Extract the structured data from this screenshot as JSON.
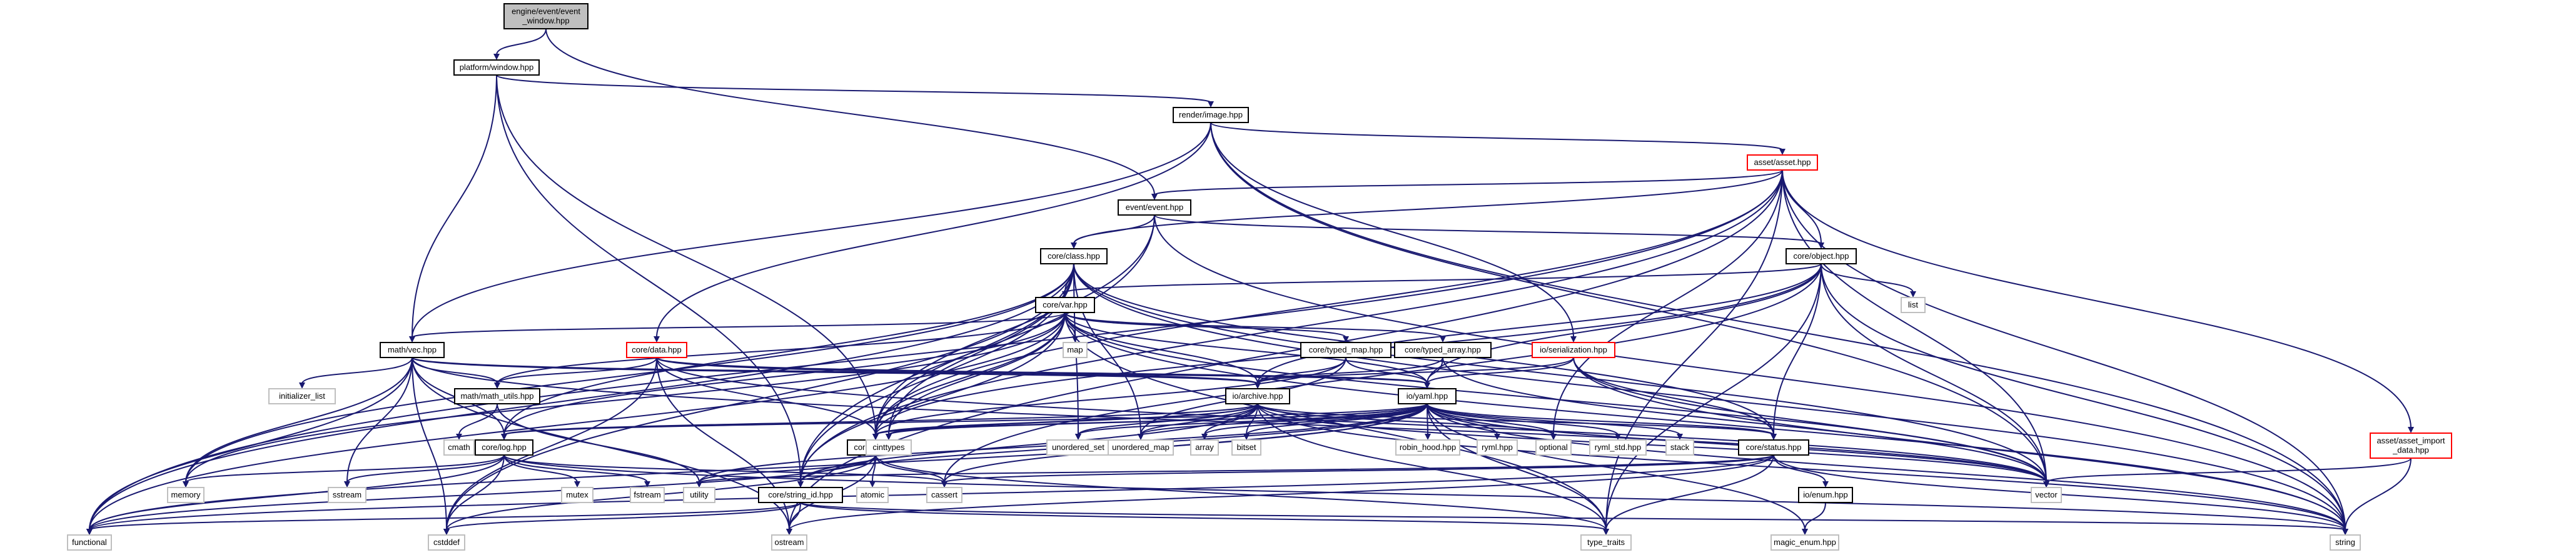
{
  "diagram": {
    "type": "include-dependency-graph",
    "colors": {
      "edge": "#191970",
      "node_border": "#000000",
      "unresolved_border": "#ff0000",
      "system_header_border": "#bfbfbf",
      "root_fill": "#bfbfbf"
    },
    "nodes": [
      {
        "id": "root",
        "lines": [
          "engine/event/event",
          "_window.hpp"
        ],
        "style": "root"
      },
      {
        "id": "platform_window",
        "lines": [
          "platform/window.hpp"
        ],
        "style": "normal"
      },
      {
        "id": "render_image",
        "lines": [
          "render/image.hpp"
        ],
        "style": "normal"
      },
      {
        "id": "asset_asset",
        "lines": [
          "asset/asset.hpp"
        ],
        "style": "red"
      },
      {
        "id": "event_event",
        "lines": [
          "event/event.hpp"
        ],
        "style": "normal"
      },
      {
        "id": "core_class",
        "lines": [
          "core/class.hpp"
        ],
        "style": "normal"
      },
      {
        "id": "core_object",
        "lines": [
          "core/object.hpp"
        ],
        "style": "normal"
      },
      {
        "id": "core_var",
        "lines": [
          "core/var.hpp"
        ],
        "style": "normal"
      },
      {
        "id": "list",
        "lines": [
          "list"
        ],
        "style": "grey"
      },
      {
        "id": "map",
        "lines": [
          "map"
        ],
        "style": "grey"
      },
      {
        "id": "core_typed_map",
        "lines": [
          "core/typed_map.hpp"
        ],
        "style": "normal"
      },
      {
        "id": "core_typed_array",
        "lines": [
          "core/typed_array.hpp"
        ],
        "style": "normal"
      },
      {
        "id": "io_serialization",
        "lines": [
          "io/serialization.hpp"
        ],
        "style": "red"
      },
      {
        "id": "math_vec",
        "lines": [
          "math/vec.hpp"
        ],
        "style": "normal"
      },
      {
        "id": "core_data",
        "lines": [
          "core/data.hpp"
        ],
        "style": "red"
      },
      {
        "id": "initializer_list",
        "lines": [
          "initializer_list"
        ],
        "style": "grey"
      },
      {
        "id": "math_math_utils",
        "lines": [
          "math/math_utils.hpp"
        ],
        "style": "normal"
      },
      {
        "id": "io_archive",
        "lines": [
          "io/archive.hpp"
        ],
        "style": "normal"
      },
      {
        "id": "io_yaml",
        "lines": [
          "io/yaml.hpp"
        ],
        "style": "normal"
      },
      {
        "id": "asset_asset_import_data",
        "lines": [
          "asset/asset_import",
          "_data.hpp"
        ],
        "style": "red"
      },
      {
        "id": "cmath",
        "lines": [
          "cmath"
        ],
        "style": "grey"
      },
      {
        "id": "core_log",
        "lines": [
          "core/log.hpp"
        ],
        "style": "normal"
      },
      {
        "id": "core_ref",
        "lines": [
          "core/ref.hpp"
        ],
        "style": "normal"
      },
      {
        "id": "cinttypes",
        "lines": [
          "cinttypes"
        ],
        "style": "grey"
      },
      {
        "id": "unordered_set",
        "lines": [
          "unordered_set"
        ],
        "style": "grey"
      },
      {
        "id": "unordered_map",
        "lines": [
          "unordered_map"
        ],
        "style": "grey"
      },
      {
        "id": "array",
        "lines": [
          "array"
        ],
        "style": "grey"
      },
      {
        "id": "bitset",
        "lines": [
          "bitset"
        ],
        "style": "grey"
      },
      {
        "id": "robin_hood",
        "lines": [
          "robin_hood.hpp"
        ],
        "style": "grey"
      },
      {
        "id": "ryml",
        "lines": [
          "ryml.hpp"
        ],
        "style": "grey"
      },
      {
        "id": "optional",
        "lines": [
          "optional"
        ],
        "style": "grey"
      },
      {
        "id": "ryml_std",
        "lines": [
          "ryml_std.hpp"
        ],
        "style": "grey"
      },
      {
        "id": "stack",
        "lines": [
          "stack"
        ],
        "style": "grey"
      },
      {
        "id": "core_status",
        "lines": [
          "core/status.hpp"
        ],
        "style": "normal"
      },
      {
        "id": "memory",
        "lines": [
          "memory"
        ],
        "style": "grey"
      },
      {
        "id": "mutex",
        "lines": [
          "mutex"
        ],
        "style": "grey"
      },
      {
        "id": "fstream",
        "lines": [
          "fstream"
        ],
        "style": "grey"
      },
      {
        "id": "sstream",
        "lines": [
          "sstream"
        ],
        "style": "grey"
      },
      {
        "id": "atomic",
        "lines": [
          "atomic"
        ],
        "style": "grey"
      },
      {
        "id": "cassert",
        "lines": [
          "cassert"
        ],
        "style": "grey"
      },
      {
        "id": "vector",
        "lines": [
          "vector"
        ],
        "style": "grey"
      },
      {
        "id": "utility",
        "lines": [
          "utility"
        ],
        "style": "grey"
      },
      {
        "id": "core_string_id",
        "lines": [
          "core/string_id.hpp"
        ],
        "style": "normal"
      },
      {
        "id": "io_enum",
        "lines": [
          "io/enum.hpp"
        ],
        "style": "normal"
      },
      {
        "id": "functional",
        "lines": [
          "functional"
        ],
        "style": "grey"
      },
      {
        "id": "cstddef",
        "lines": [
          "cstddef"
        ],
        "style": "grey"
      },
      {
        "id": "ostream",
        "lines": [
          "ostream"
        ],
        "style": "grey"
      },
      {
        "id": "type_traits",
        "lines": [
          "type_traits"
        ],
        "style": "grey"
      },
      {
        "id": "string",
        "lines": [
          "string"
        ],
        "style": "grey"
      },
      {
        "id": "magic_enum",
        "lines": [
          "magic_enum.hpp"
        ],
        "style": "grey"
      }
    ],
    "edges": [
      [
        "root",
        "platform_window"
      ],
      [
        "root",
        "event_event"
      ],
      [
        "platform_window",
        "render_image"
      ],
      [
        "platform_window",
        "math_vec"
      ],
      [
        "platform_window",
        "core_ref"
      ],
      [
        "platform_window",
        "core_string_id"
      ],
      [
        "render_image",
        "asset_asset"
      ],
      [
        "render_image",
        "core_data"
      ],
      [
        "render_image",
        "math_vec"
      ],
      [
        "render_image",
        "io_serialization"
      ],
      [
        "render_image",
        "vector"
      ],
      [
        "render_image",
        "string"
      ],
      [
        "asset_asset",
        "event_event"
      ],
      [
        "asset_asset",
        "core_class"
      ],
      [
        "asset_asset",
        "core_object"
      ],
      [
        "asset_asset",
        "asset_asset_import_data"
      ],
      [
        "asset_asset",
        "core_ref"
      ],
      [
        "asset_asset",
        "core_string_id"
      ],
      [
        "asset_asset",
        "optional"
      ],
      [
        "asset_asset",
        "functional"
      ],
      [
        "asset_asset",
        "ostream"
      ],
      [
        "asset_asset",
        "type_traits"
      ],
      [
        "asset_asset",
        "string"
      ],
      [
        "asset_asset",
        "vector"
      ],
      [
        "event_event",
        "core_class"
      ],
      [
        "event_event",
        "core_object"
      ],
      [
        "event_event",
        "core_ref"
      ],
      [
        "event_event",
        "core_string_id"
      ],
      [
        "event_event",
        "string"
      ],
      [
        "core_class",
        "core_var"
      ],
      [
        "core_class",
        "core_ref"
      ],
      [
        "core_class",
        "core_string_id"
      ],
      [
        "core_class",
        "core_log"
      ],
      [
        "core_class",
        "core_status"
      ],
      [
        "core_class",
        "functional"
      ],
      [
        "core_class",
        "memory"
      ],
      [
        "core_class",
        "cstddef"
      ],
      [
        "core_class",
        "unordered_map"
      ],
      [
        "core_class",
        "unordered_set"
      ],
      [
        "core_class",
        "cinttypes"
      ],
      [
        "core_class",
        "vector"
      ],
      [
        "core_class",
        "string"
      ],
      [
        "core_object",
        "core_var"
      ],
      [
        "core_object",
        "core_ref"
      ],
      [
        "core_object",
        "core_status"
      ],
      [
        "core_object",
        "io_archive"
      ],
      [
        "core_object",
        "io_yaml"
      ],
      [
        "core_object",
        "list"
      ],
      [
        "core_object",
        "vector"
      ],
      [
        "core_object",
        "string"
      ],
      [
        "core_object",
        "type_traits"
      ],
      [
        "core_object",
        "cassert"
      ],
      [
        "core_var",
        "map"
      ],
      [
        "core_var",
        "core_typed_map"
      ],
      [
        "core_var",
        "core_typed_array"
      ],
      [
        "core_var",
        "math_vec"
      ],
      [
        "core_var",
        "math_math_utils"
      ],
      [
        "core_var",
        "core_ref"
      ],
      [
        "core_var",
        "core_string_id"
      ],
      [
        "core_var",
        "core_log"
      ],
      [
        "core_var",
        "io_archive"
      ],
      [
        "core_var",
        "io_yaml"
      ],
      [
        "core_var",
        "cinttypes"
      ],
      [
        "core_var",
        "functional"
      ],
      [
        "core_var",
        "memory"
      ],
      [
        "core_var",
        "vector"
      ],
      [
        "core_var",
        "string"
      ],
      [
        "core_var",
        "type_traits"
      ],
      [
        "core_typed_map",
        "io_archive"
      ],
      [
        "core_typed_map",
        "io_yaml"
      ],
      [
        "core_typed_map",
        "core_ref"
      ],
      [
        "core_typed_map",
        "unordered_map"
      ],
      [
        "core_typed_array",
        "io_archive"
      ],
      [
        "core_typed_array",
        "io_yaml"
      ],
      [
        "core_typed_array",
        "vector"
      ],
      [
        "io_serialization",
        "io_archive"
      ],
      [
        "io_serialization",
        "io_yaml"
      ],
      [
        "io_serialization",
        "core_status"
      ],
      [
        "io_serialization",
        "vector"
      ],
      [
        "io_serialization",
        "string"
      ],
      [
        "math_vec",
        "math_math_utils"
      ],
      [
        "math_vec",
        "initializer_list"
      ],
      [
        "math_vec",
        "io_archive"
      ],
      [
        "math_vec",
        "io_yaml"
      ],
      [
        "math_vec",
        "core_log"
      ],
      [
        "math_vec",
        "cstddef"
      ],
      [
        "math_vec",
        "functional"
      ],
      [
        "math_vec",
        "memory"
      ],
      [
        "math_vec",
        "sstream"
      ],
      [
        "math_vec",
        "ostream"
      ],
      [
        "math_vec",
        "vector"
      ],
      [
        "core_data",
        "math_math_utils"
      ],
      [
        "core_data",
        "io_archive"
      ],
      [
        "core_data",
        "io_yaml"
      ],
      [
        "core_data",
        "core_ref"
      ],
      [
        "core_data",
        "cstddef"
      ],
      [
        "core_data",
        "ostream"
      ],
      [
        "core_data",
        "vector"
      ],
      [
        "math_math_utils",
        "cmath"
      ],
      [
        "math_math_utils",
        "utility"
      ],
      [
        "io_archive",
        "core_log"
      ],
      [
        "io_archive",
        "core_ref"
      ],
      [
        "io_archive",
        "core_status"
      ],
      [
        "io_archive",
        "core_string_id"
      ],
      [
        "io_archive",
        "cinttypes"
      ],
      [
        "io_archive",
        "unordered_set"
      ],
      [
        "io_archive",
        "unordered_map"
      ],
      [
        "io_archive",
        "array"
      ],
      [
        "io_archive",
        "bitset"
      ],
      [
        "io_archive",
        "optional"
      ],
      [
        "io_archive",
        "vector"
      ],
      [
        "io_archive",
        "string"
      ],
      [
        "io_archive",
        "type_traits"
      ],
      [
        "io_yaml",
        "core_log"
      ],
      [
        "io_yaml",
        "core_ref"
      ],
      [
        "io_yaml",
        "core_status"
      ],
      [
        "io_yaml",
        "core_string_id"
      ],
      [
        "io_yaml",
        "cinttypes"
      ],
      [
        "io_yaml",
        "unordered_set"
      ],
      [
        "io_yaml",
        "unordered_map"
      ],
      [
        "io_yaml",
        "array"
      ],
      [
        "io_yaml",
        "bitset"
      ],
      [
        "io_yaml",
        "robin_hood"
      ],
      [
        "io_yaml",
        "ryml"
      ],
      [
        "io_yaml",
        "optional"
      ],
      [
        "io_yaml",
        "ryml_std"
      ],
      [
        "io_yaml",
        "stack"
      ],
      [
        "io_yaml",
        "vector"
      ],
      [
        "io_yaml",
        "string"
      ],
      [
        "io_yaml",
        "type_traits"
      ],
      [
        "io_yaml",
        "magic_enum"
      ],
      [
        "io_yaml",
        "utility"
      ],
      [
        "io_yaml",
        "cassert"
      ],
      [
        "io_yaml",
        "functional"
      ],
      [
        "asset_asset_import_data",
        "vector"
      ],
      [
        "asset_asset_import_data",
        "string"
      ],
      [
        "core_log",
        "memory"
      ],
      [
        "core_log",
        "mutex"
      ],
      [
        "core_log",
        "fstream"
      ],
      [
        "core_log",
        "sstream"
      ],
      [
        "core_log",
        "cstddef"
      ],
      [
        "core_log",
        "functional"
      ],
      [
        "core_log",
        "cassert"
      ],
      [
        "core_log",
        "string"
      ],
      [
        "core_ref",
        "atomic"
      ],
      [
        "core_ref",
        "cassert"
      ],
      [
        "core_ref",
        "utility"
      ],
      [
        "core_ref",
        "functional"
      ],
      [
        "core_ref",
        "cstddef"
      ],
      [
        "core_ref",
        "ostream"
      ],
      [
        "core_ref",
        "type_traits"
      ],
      [
        "core_status",
        "io_enum"
      ],
      [
        "core_status",
        "utility"
      ],
      [
        "core_status",
        "cassert"
      ],
      [
        "core_status",
        "ostream"
      ],
      [
        "core_status",
        "string"
      ],
      [
        "core_status",
        "functional"
      ],
      [
        "core_status",
        "type_traits"
      ],
      [
        "core_string_id",
        "functional"
      ],
      [
        "core_string_id",
        "cstddef"
      ],
      [
        "core_string_id",
        "ostream"
      ],
      [
        "core_string_id",
        "type_traits"
      ],
      [
        "core_string_id",
        "string"
      ],
      [
        "io_enum",
        "magic_enum"
      ]
    ]
  }
}
